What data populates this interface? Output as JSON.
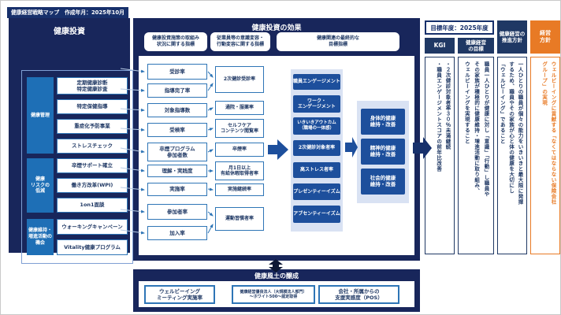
{
  "page_title": "健康経営戦略マップ　作成年月：2025年10月",
  "colors": {
    "panel_navy": "#18265b",
    "header_navy": "#1f3864",
    "metric_border_blue": "#2e75b6",
    "category_blue": "#1e6fb6",
    "outcome_box_blue": "#1d4f9c",
    "light_panel": "#d9e2f3",
    "accent_orange": "#e87a25"
  },
  "investment": {
    "title": "健康投資",
    "groups": [
      {
        "label": "健康管理",
        "items": [
          "定期健康診断\n特定健康診査",
          "特定保健指導",
          "重症化予防事業",
          "ストレスチェック"
        ]
      },
      {
        "label": "健康\nリスクの\n低減",
        "items": [
          "卒煙サポート確立",
          "働き方改革(WPI)",
          "1on1面談"
        ]
      },
      {
        "label": "健康維持・\n増進活動の\n機会",
        "items": [
          "ウォーキングキャンペーン",
          "Vitality健康プログラム"
        ]
      }
    ]
  },
  "effects": {
    "title": "健康投資の効果",
    "column_headers": [
      "健康投資施策の取組み\n状況に関する指標",
      "従業員等の意識変容・\n行動変容に関する指標",
      "健康関連の最終的な\n目標指標"
    ],
    "process_metrics": [
      "受診率",
      "指導完了率",
      "対象指導数",
      "受検率",
      "卒煙プログラム\n参加者数",
      "理解・実践度",
      "実施率",
      "参加者率",
      "加入率"
    ],
    "behavior_metrics": [
      "2次健診受診率",
      "通院・服薬率",
      "セルフケア\nコンテンツ閲覧率",
      "卒煙率",
      "月1日以上\n有給休暇取得者率",
      "実施継続率",
      "運動習慣者率"
    ],
    "outcome_metrics": [
      "職員エンゲージメント",
      "ワーク・\nエンゲージメント",
      "いきいきアウトカム\n（職場の一体感）",
      "2次健診対象者率",
      "高ストレス者率",
      "プレゼンティーイズム",
      "アブセンティーイズム"
    ],
    "health_outcomes": [
      "身体的健康\n維持・改善",
      "精神的健康\n維持・改善",
      "社会的健康\n維持・改善"
    ]
  },
  "targets": {
    "year": "目標年度：2025年度",
    "kgi": {
      "header": "KGI",
      "body": "・２次健診対象者率３０％未満継続\n・職員エンゲージメントスコアの前年比改善"
    },
    "goal": {
      "header": "健康経営\nの目標",
      "body": "職員一人ひとりが健康に対し「意識」「行動」し職員や\nその家族が積極的に健康維持・増進活動に取り組み、\nウェルビーイングを実現すること"
    },
    "promotion": {
      "header": "健康経営の\n推進方針",
      "body": "一人ひとりの職員が個々の能力をいきいきと最大限に発揮\nするため、職員やその家族が心と体の健康を大切にし\n「ウェルビーイング」であること"
    },
    "management": {
      "header": "経営\n方針",
      "body": "ウェルビーイングに貢献する「なくてはならない保険会社\nグループ」の実現"
    }
  },
  "culture": {
    "title": "健康風土の醸成",
    "items": [
      "ウェルビーイング\nミーティング実施率",
      "健康経営優良法人（大規模法人部門）\n～ホワイト500～認定取得",
      "会社・所属からの\n支援実感度（POS）"
    ]
  }
}
